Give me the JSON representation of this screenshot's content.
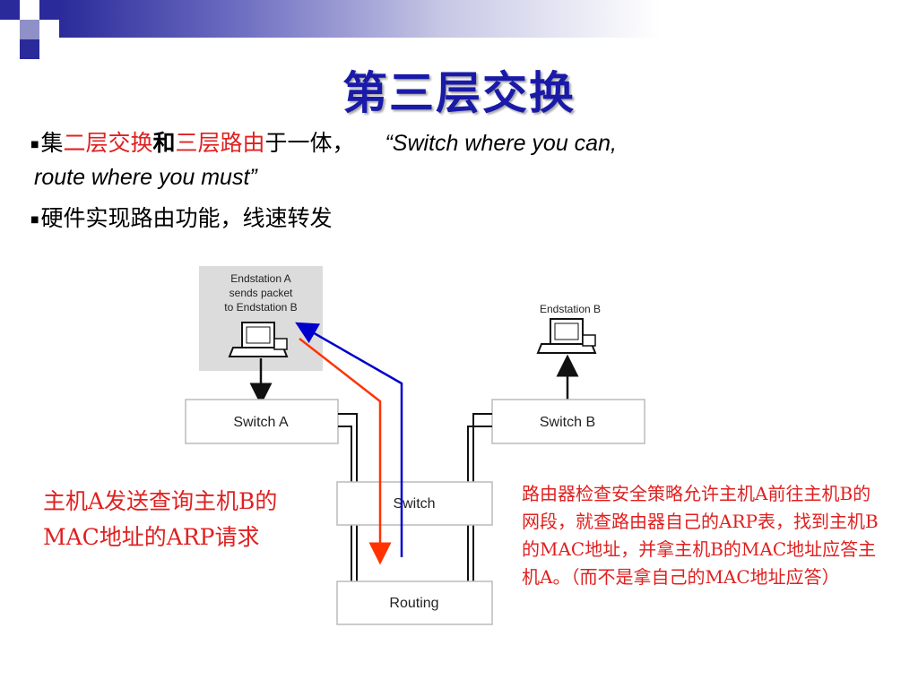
{
  "slide": {
    "title": "第三层交换",
    "bullet1": {
      "p1": "集",
      "p2": "二层交换",
      "p3": "和",
      "p4": "三层路由",
      "p5": "于一体，",
      "quote_line1": "“Switch where you can,",
      "quote_line2": "route where you must”"
    },
    "bullet2": "硬件实现路由功能，线速转发"
  },
  "diagram": {
    "endstation_a_line1": "Endstation A",
    "endstation_a_line2": "sends packet",
    "endstation_a_line3": "to Endstation B",
    "endstation_b": "Endstation B",
    "switch_a": "Switch A",
    "switch_b": "Switch B",
    "switch_center": "Switch",
    "routing": "Routing"
  },
  "notes": {
    "left": "主机A发送查询主机B的MAC地址的ARP请求",
    "right": "路由器检查安全策略允许主机A前往主机B的网段，就查路由器自己的ARP表，找到主机B的MAC地址，并拿主机B的MAC地址应答主机A。（而不是拿自己的MAC地址应答）"
  },
  "colors": {
    "title": "#1a1aa8",
    "highlight": "#e02020",
    "arrow_red": "#ff3300",
    "arrow_blue": "#0000cc"
  }
}
